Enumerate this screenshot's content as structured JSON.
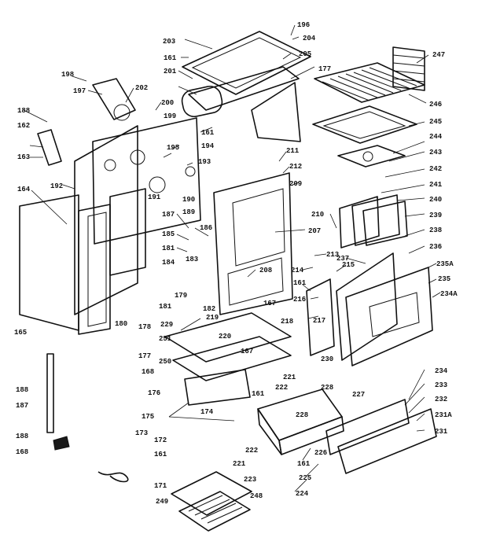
{
  "colors": {
    "ink": "#111111",
    "paper": "#ffffff"
  },
  "diagram": {
    "labels": [
      "196",
      "204",
      "205",
      "203",
      "161",
      "201",
      "177",
      "247",
      "198",
      "197",
      "202",
      "200",
      "246",
      "188",
      "199",
      "245",
      "161",
      "195",
      "194",
      "244",
      "162",
      "163",
      "193",
      "243",
      "211",
      "212",
      "242",
      "192",
      "191",
      "190",
      "189",
      "241",
      "164",
      "209",
      "240",
      "239",
      "210",
      "207",
      "187",
      "186",
      "185",
      "181",
      "183",
      "184",
      "238",
      "213",
      "237",
      "236",
      "235A",
      "214",
      "215",
      "208",
      "161",
      "216",
      "235",
      "234A",
      "179",
      "167",
      "182",
      "217",
      "219",
      "165",
      "178",
      "177",
      "180",
      "181",
      "229",
      "220",
      "167",
      "251",
      "218",
      "250",
      "230",
      "221",
      "227",
      "168",
      "222",
      "228",
      "176",
      "175",
      "174",
      "161",
      "234",
      "233",
      "232",
      "231A",
      "231",
      "188",
      "187",
      "188",
      "168",
      "173",
      "172",
      "161",
      "171",
      "222",
      "221",
      "223",
      "225",
      "224",
      "248",
      "249",
      "228",
      "161",
      "226"
    ]
  }
}
